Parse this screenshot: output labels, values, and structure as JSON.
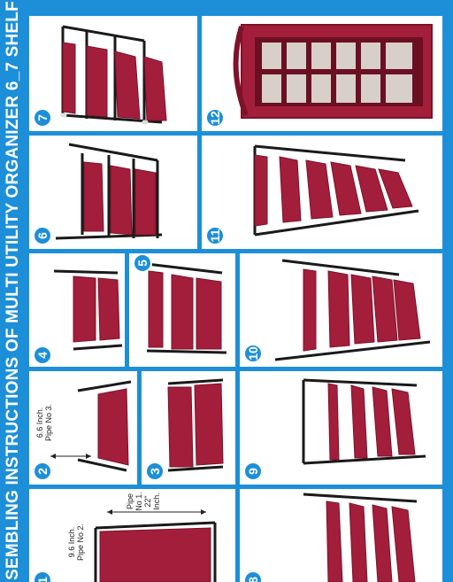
{
  "banner": {
    "title": "SEMBLING INSTRUCTIONS OF MULTI UTILITY ORGANIZER 6_7 SHELF"
  },
  "steps": [
    {
      "number": "1",
      "note_line1": "9.6 Inch.",
      "note_line2": "Pipe No 2.",
      "note2_line1": "Pipe",
      "note2_line2": "No 1.",
      "note2_line3": "22\"",
      "note2_line4": "Inch."
    },
    {
      "number": "2",
      "note_line1": "6.6 Inch.",
      "note_line2": "Pipe No 3."
    },
    {
      "number": "3"
    },
    {
      "number": "4"
    },
    {
      "number": "5"
    },
    {
      "number": "6"
    },
    {
      "number": "7"
    },
    {
      "number": "8"
    },
    {
      "number": "9"
    },
    {
      "number": "10"
    },
    {
      "number": "11"
    },
    {
      "number": "12"
    }
  ],
  "colors": {
    "accent": "#1d8fd8",
    "fabric": "#a31e3b",
    "fabric_dark": "#7d1229",
    "pipe": "#1a1a1a",
    "joint": "#dcdcdc"
  }
}
